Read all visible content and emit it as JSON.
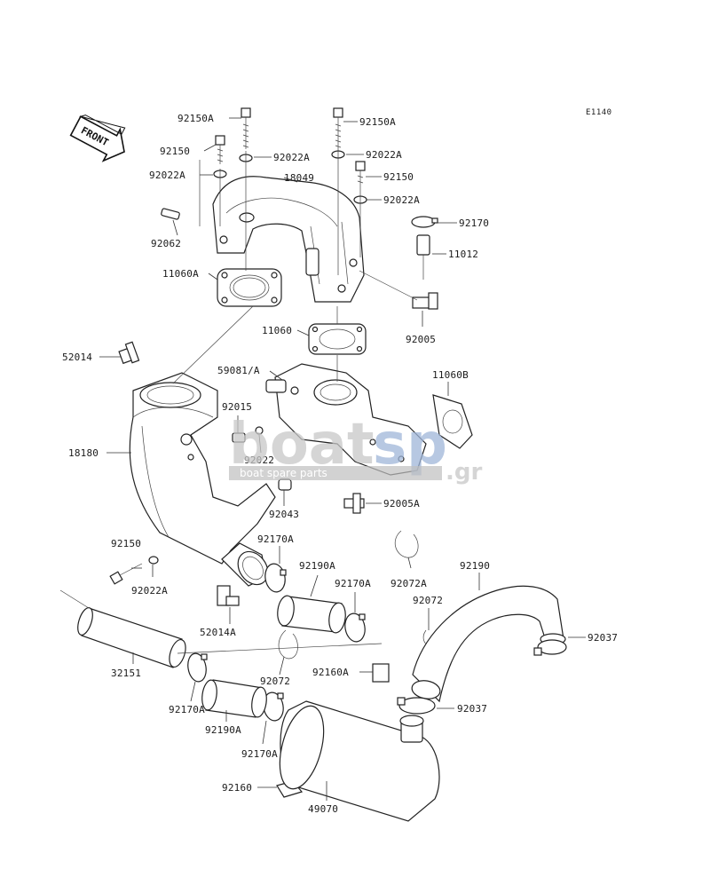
{
  "diagram_code": "E1140",
  "front_label": "FRONT",
  "watermark": {
    "logo_left": "boat",
    "logo_right": "sp",
    "suffix": ".gr",
    "tagline": "boat spare parts"
  },
  "parts": {
    "p92150A_l": "92150A",
    "p92150A_r": "92150A",
    "p92150_l": "92150",
    "p92022A_c": "92022A",
    "p92022A_r1": "92022A",
    "p92022A_l": "92022A",
    "p18049": "18049",
    "p92150_r": "92150",
    "p92022A_r2": "92022A",
    "p92062": "92062",
    "p92170": "92170",
    "p11012": "11012",
    "p11060A": "11060A",
    "p92005": "92005",
    "p11060": "11060",
    "p52014": "52014",
    "p59081": "59081/A",
    "p11060B": "11060B",
    "p92015": "92015",
    "p18180": "18180",
    "p92022": "92022",
    "p92043": "92043",
    "p92005A": "92005A",
    "p92150_b": "92150",
    "p92170A_1": "92170A",
    "p92190A_1": "92190A",
    "p92190": "92190",
    "p92022A_b": "92022A",
    "p92072A": "92072A",
    "p92170A_2": "92170A",
    "p92072_r": "92072",
    "p52014A": "52014A",
    "p92037_r": "92037",
    "p32151": "32151",
    "p92072_c": "92072",
    "p92160A": "92160A",
    "p92170A_3": "92170A",
    "p92190A_2": "92190A",
    "p92037_b": "92037",
    "p92170A_4": "92170A",
    "p92160": "92160",
    "p49070": "49070"
  }
}
